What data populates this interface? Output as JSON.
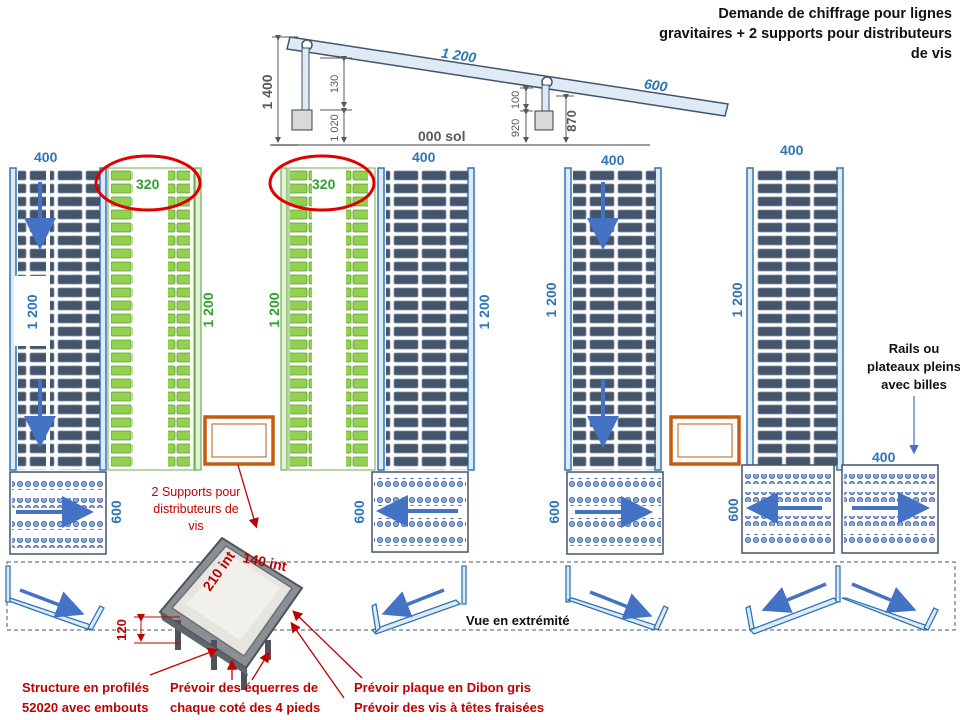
{
  "title": {
    "line1": "Demande de chiffrage pour lignes",
    "line2": "gravitaires + 2 supports pour distributeurs",
    "line3": "de vis"
  },
  "side_view": {
    "length_main": "1 200",
    "length_extension": "600",
    "height_total": "1 400",
    "height_130": "130",
    "height_1020": "1 020",
    "height_100": "100",
    "height_920": "920",
    "height_870": "870",
    "floor_label": "000 sol"
  },
  "lanes": {
    "width_400": "400",
    "width_320": "320",
    "length_1200": "1 200",
    "end_600": "600"
  },
  "annotations": {
    "rails_line1": "Rails ou",
    "rails_line2": "plateaux pleins",
    "rails_line3": "avec billes",
    "end_view": "Vue en extrémité",
    "supports_line1": "2 Supports pour",
    "supports_line2": "distributeurs de",
    "supports_line3": "vis",
    "photo_dim_210": "210 int",
    "photo_dim_140": "140 int",
    "photo_height": "120",
    "structure_line1": "Structure en profilés",
    "structure_line2": "52020 avec embouts",
    "brackets_line1": "Prévoir des équerres de",
    "brackets_line2": "chaque coté des 4 pieds",
    "plate_line1": "Prévoir plaque en Dibon gris",
    "plate_line2": "Prévoir des vis à têtes fraisées"
  },
  "colors": {
    "blue": "#2E75B6",
    "green": "#33A02C",
    "red": "#C00000",
    "orange": "#C55A11",
    "gray": "#595959"
  }
}
